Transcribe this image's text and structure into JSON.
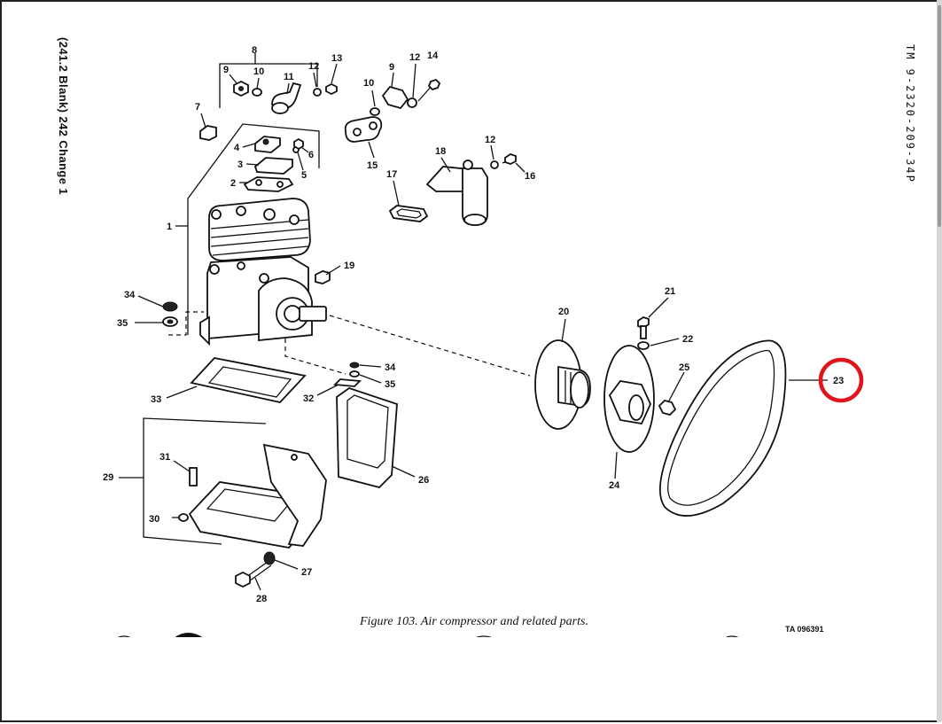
{
  "page": {
    "side_header_left": "(241.2 Blank) 242 Change 1",
    "side_header_right": "TM 9-2320-209-34P",
    "caption": "Figure 103.  Air compressor and related parts.",
    "ta_number": "TA 096391"
  },
  "callouts": [
    {
      "id": "c1",
      "label": "1"
    },
    {
      "id": "c2",
      "label": "2"
    },
    {
      "id": "c3",
      "label": "3"
    },
    {
      "id": "c4",
      "label": "4"
    },
    {
      "id": "c5",
      "label": "5"
    },
    {
      "id": "c6",
      "label": "6"
    },
    {
      "id": "c7",
      "label": "7"
    },
    {
      "id": "c8",
      "label": "8"
    },
    {
      "id": "c9a",
      "label": "9"
    },
    {
      "id": "c10a",
      "label": "10"
    },
    {
      "id": "c11",
      "label": "11"
    },
    {
      "id": "c12a",
      "label": "12"
    },
    {
      "id": "c13",
      "label": "13"
    },
    {
      "id": "c9b",
      "label": "9"
    },
    {
      "id": "c10b",
      "label": "10"
    },
    {
      "id": "c12b",
      "label": "12"
    },
    {
      "id": "c14",
      "label": "14"
    },
    {
      "id": "c15",
      "label": "15"
    },
    {
      "id": "c12c",
      "label": "12"
    },
    {
      "id": "c16",
      "label": "16"
    },
    {
      "id": "c17",
      "label": "17"
    },
    {
      "id": "c18",
      "label": "18"
    },
    {
      "id": "c19",
      "label": "19"
    },
    {
      "id": "c20",
      "label": "20"
    },
    {
      "id": "c21",
      "label": "21"
    },
    {
      "id": "c22",
      "label": "22"
    },
    {
      "id": "c23",
      "label": "23"
    },
    {
      "id": "c24",
      "label": "24"
    },
    {
      "id": "c25",
      "label": "25"
    },
    {
      "id": "c26",
      "label": "26"
    },
    {
      "id": "c27",
      "label": "27"
    },
    {
      "id": "c28",
      "label": "28"
    },
    {
      "id": "c29",
      "label": "29"
    },
    {
      "id": "c30",
      "label": "30"
    },
    {
      "id": "c31",
      "label": "31"
    },
    {
      "id": "c32",
      "label": "32"
    },
    {
      "id": "c33",
      "label": "33"
    },
    {
      "id": "c34a",
      "label": "34"
    },
    {
      "id": "c35a",
      "label": "35"
    },
    {
      "id": "c34b",
      "label": "34"
    },
    {
      "id": "c35b",
      "label": "35"
    }
  ],
  "highlight": {
    "callout": "23",
    "color": "#e0141b"
  }
}
